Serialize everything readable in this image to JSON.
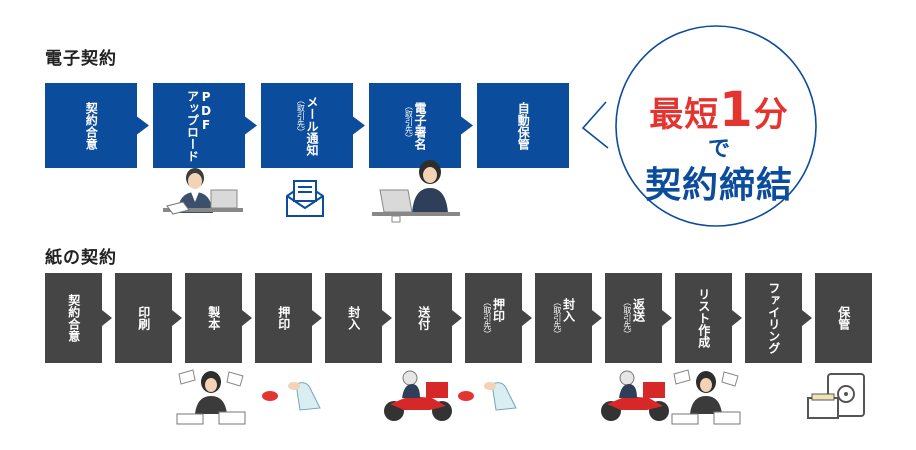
{
  "electronic": {
    "title": "電子契約",
    "steps": [
      {
        "label": "契約合意",
        "sub": ""
      },
      {
        "label": "PDF\nアップロード",
        "sub": ""
      },
      {
        "label": "メール通知",
        "sub": "（取引先）"
      },
      {
        "label": "電子署名",
        "sub": "（取引先）"
      },
      {
        "label": "自動保管",
        "sub": ""
      }
    ]
  },
  "bubble": {
    "line1_prefix": "最短",
    "line1_number": "1",
    "line1_suffix": "分",
    "line2": "で",
    "line3": "契約締結"
  },
  "paper": {
    "title": "紙の契約",
    "steps": [
      {
        "label": "契約合意",
        "sub": ""
      },
      {
        "label": "印刷",
        "sub": ""
      },
      {
        "label": "製本",
        "sub": ""
      },
      {
        "label": "押印",
        "sub": ""
      },
      {
        "label": "封入",
        "sub": ""
      },
      {
        "label": "送付",
        "sub": ""
      },
      {
        "label": "押印",
        "sub": "（取引先）"
      },
      {
        "label": "封入",
        "sub": "（取引先）"
      },
      {
        "label": "返送",
        "sub": "（取引先）"
      },
      {
        "label": "リスト作成",
        "sub": ""
      },
      {
        "label": "ファイリング",
        "sub": ""
      },
      {
        "label": "保管",
        "sub": ""
      }
    ]
  },
  "colors": {
    "blue": "#0c4c9c",
    "gray": "#454545",
    "red": "#e3342f"
  },
  "icons": {
    "electronic": [
      "businessman-laptop-icon",
      "envelope-icon",
      "woman-laptop-icon"
    ],
    "paper": [
      "woman-paperwork-icon",
      "red-stamp-icon",
      "motorbike-courier-icon",
      "red-stamp-icon",
      "motorbike-courier-icon",
      "woman-paperwork-icon",
      "safe-file-icon"
    ]
  }
}
